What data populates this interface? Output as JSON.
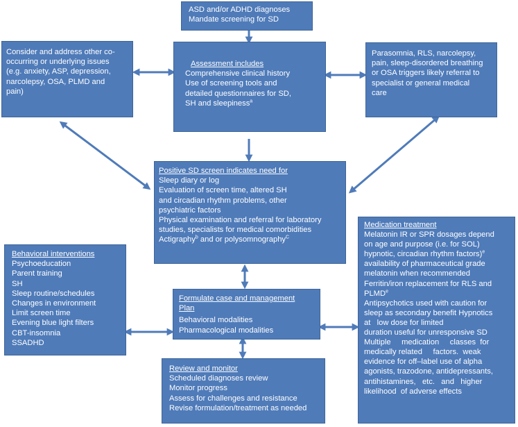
{
  "colors": {
    "box_fill": "#4f7bb9",
    "box_border": "#3d6496",
    "text": "#ffffff",
    "arrow": "#4f7bb9"
  },
  "boxes": {
    "diagnoses": {
      "lines": [
        "ASD and/or ADHD diagnoses",
        "Mandate screening for SD"
      ]
    },
    "co_occurring": {
      "lines": [
        "Consider and address other co-",
        "occurring or underlying issues",
        "(e.g. anxiety, ASP, depression,",
        "narcolepsy, OSA, PLMD and",
        "pain)"
      ]
    },
    "assessment": {
      "title": "Assessment includes",
      "lines": [
        "Comprehensive clinical history",
        "Use of screening tools and",
        "detailed questionnaires for SD,"
      ],
      "last_line": "SH and sleepiness",
      "last_sup": "a"
    },
    "referral": {
      "lines": [
        "Parasomnia, RLS, narcolepsy,",
        "pain, sleep-disordered breathing",
        "or OSA triggers likely referral to",
        "specialist or general medical",
        "care"
      ]
    },
    "positive_screen": {
      "title": "Positive SD screen indicates need for",
      "lines": [
        "Sleep diary or log",
        "Evaluation of screen time, altered SH",
        "and circadian rhythm problems, other",
        "psychiatric factors",
        "Physical examination and referral for laboratory",
        "studies, specialists for medical comorbidities"
      ],
      "actigraphy": "Actigraphy",
      "actigraphy_sup": "b",
      "and_or": " and or polysomnography",
      "polysomnography_sup": "C"
    },
    "behavioral": {
      "title": "Behavioral interventions",
      "lines": [
        "Psychoeducation",
        "Parent training",
        "SH",
        "Sleep routine/schedules",
        "Changes in environment",
        "Limit screen time",
        "Evening blue light filters",
        "CBT-insomnia",
        "SSADHD"
      ]
    },
    "formulate": {
      "title_lines": [
        "Formulate case and management",
        "Plan"
      ],
      "lines": [
        "Behavioral modalities",
        "Pharmacological modalities"
      ]
    },
    "review": {
      "title": "Review and monitor",
      "lines": [
        "Scheduled diagnoses review",
        "Monitor progress",
        "Assess for challenges and resistance",
        "Revise formulation/treatment as needed"
      ]
    },
    "medication": {
      "title": "Medication treatment",
      "lines_a": [
        "Melatonin IR or SPR dosages depend",
        "on age and purpose (i.e. for SOL)"
      ],
      "hypnotic": "hypnotic, circadian rhythm factors)",
      "hypnotic_sup": "e",
      "lines_b": [
        "availability of pharmaceutical grade",
        "melatonin when recommended",
        "Ferritin/iron replacement for RLS and"
      ],
      "plmd": "PLMD",
      "plmd_sup": "e",
      "lines_c": [
        "Antipsychotics used  with caution for",
        "sleep as secondary benefit Hypnotics",
        "at   low dose for limited",
        "duration useful for unresponsive SD",
        "Multiple     medication     classes  for",
        "medically related     factors.  weak",
        "evidence for off–label use of alpha",
        "agonists, trazodone, antidepressants,",
        "antihistamines,   etc.   and   higher",
        "likelihood  of adverse effects"
      ]
    }
  }
}
